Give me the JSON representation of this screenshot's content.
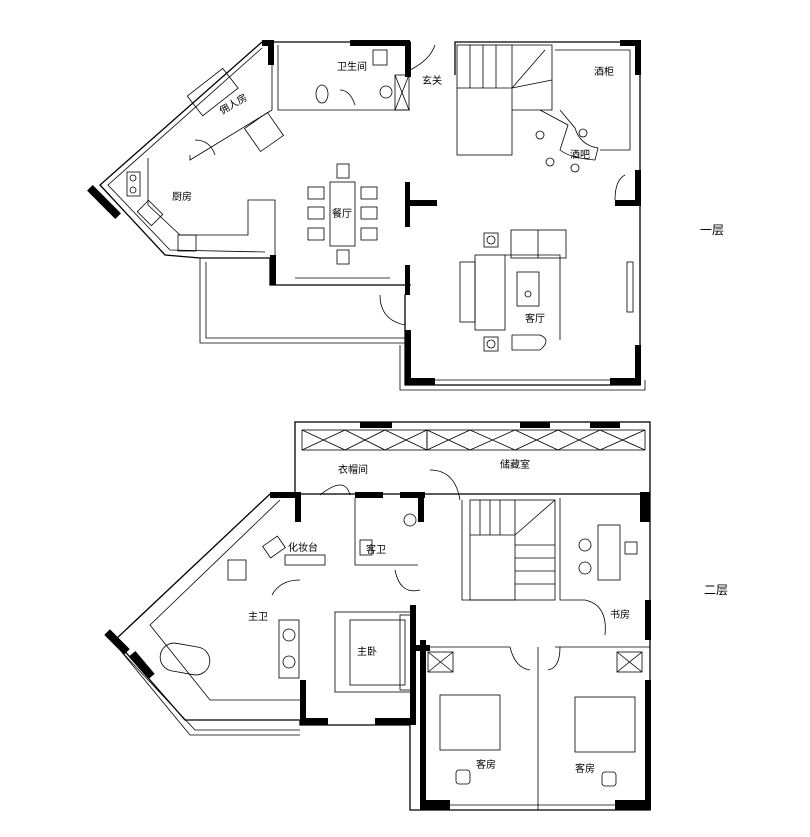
{
  "floor1": {
    "title": "一层",
    "rooms": {
      "bathroom": "卫生间",
      "servant_room": "佣人房",
      "foyer": "玄关",
      "wine_cabinet": "酒柜",
      "bar": "酒吧",
      "kitchen": "厨房",
      "dining": "餐厅",
      "living": "客厅"
    }
  },
  "floor2": {
    "title": "二层",
    "rooms": {
      "closet": "衣帽间",
      "storage": "储藏室",
      "vanity": "化妆台",
      "guest_bath": "客卫",
      "master_bath": "主卫",
      "master_bedroom": "主卧",
      "study": "书房",
      "guest_room_1": "客房",
      "guest_room_2": "客房"
    }
  }
}
